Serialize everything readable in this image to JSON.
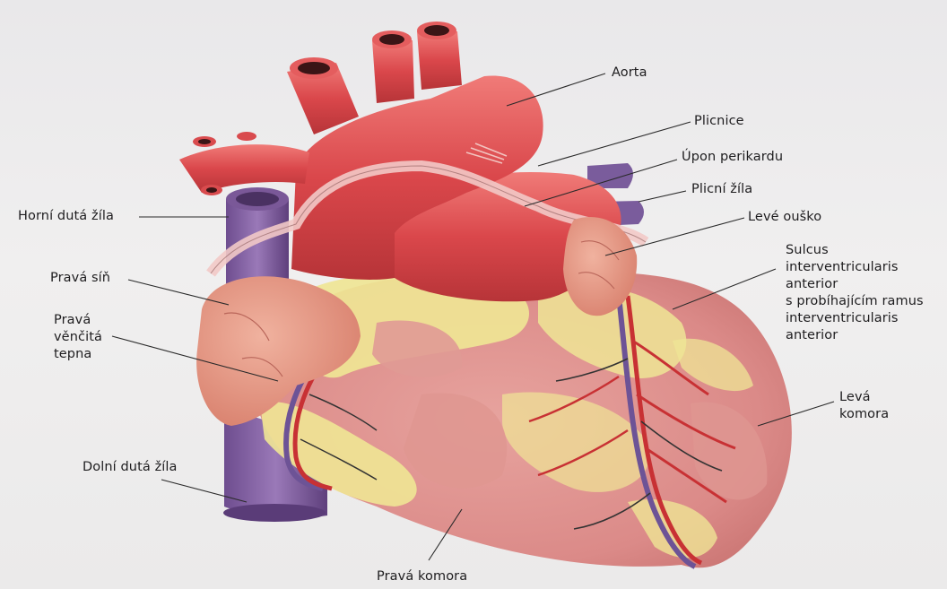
{
  "diagram": {
    "labels": {
      "aorta": "Aorta",
      "plicnice": "Plicnice",
      "upon_perikardu": "Úpon perikardu",
      "plicni_zila": "Plicní žíla",
      "leve_ousko": "Levé ouško",
      "sulcus": "Sulcus\ninterventricularis\nanterior\ns probíhajícím ramus\ninterventricularis\nanterior",
      "leva_komora": "Levá\nkomora",
      "horni_duta_zila": "Horní dutá žíla",
      "prava_sin": "Pravá síň",
      "prava_vencita_tepna": "Pravá\nvěnčitá\ntepna",
      "dolni_duta_zila": "Dolní dutá žíla",
      "prava_komora": "Pravá komora"
    },
    "colors": {
      "background": "#ecebec",
      "artery_red": "#d7474a",
      "artery_highlight": "#ee7a78",
      "vein_purple": "#7f5a9e",
      "myocardium_pink": "#dd8f8c",
      "fat_yellow": "#f0e79a",
      "auricle_salmon": "#e59a86"
    }
  }
}
